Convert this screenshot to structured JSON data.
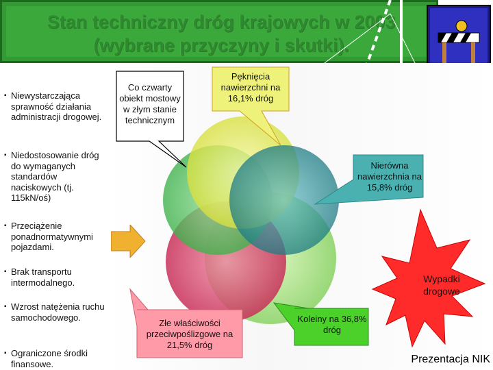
{
  "title": {
    "line1": "Stan techniczny dróg krajowych w 2003",
    "line2": "(wybrane przyczyny i skutki)."
  },
  "causes": [
    "Niewystarczająca sprawność działania administracji drogowej.",
    "Niedostosowanie dróg do wymaganych standardów naciskowych (tj. 115kN/oś)",
    "Przeciążenie ponadnormatywnymi pojazdami.",
    "Brak transportu intermodalnego.",
    "Wzrost natężenia ruchu samochodowego.",
    "Ograniczone środki finansowe."
  ],
  "effects": {
    "bridge": "Co czwarty obiekt mostowy w złym stanie technicznym",
    "cracks": "Pęknięcia nawierzchni na 16,1% dróg",
    "uneven": "Nierówna nawierzchnia na 15,8% dróg",
    "accidents": "Wypadki drogowe",
    "skid": "Złe właściwości przeciwpoślizgowe na 21,5% dróg",
    "ruts": "Koleiny na 36,8% dróg"
  },
  "footer": "Prezentacja NIK",
  "colors": {
    "title_band": "#339933",
    "circle_yellow": "#eef27a",
    "circle_green": "#6fd17a",
    "circle_teal": "#3aa0a8",
    "circle_pink": "#e0587a",
    "circle_lightgreen": "#c8f0a0",
    "accidents_burst": "#ff2a2a",
    "arrow": "#f0b030"
  },
  "icons": [
    "road-barrier-icon",
    "bullet-icon",
    "arrow-right-icon"
  ]
}
